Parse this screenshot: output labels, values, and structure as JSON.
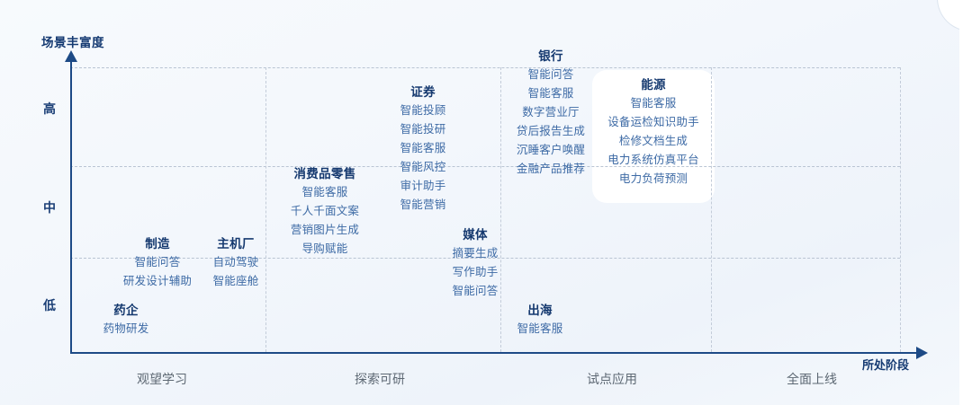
{
  "chart_data": {
    "type": "scatter",
    "title": "",
    "xlabel": "所处阶段",
    "ylabel": "场景丰富度",
    "x_ticks": [
      "观望学习",
      "探索可研",
      "试点应用",
      "全面上线"
    ],
    "y_ticks": [
      "高",
      "中",
      "低"
    ],
    "grid": true,
    "legend": "none",
    "groups": [
      {
        "name": "制造",
        "x_band": "观望学习",
        "y_band": "低",
        "items": [
          "智能问答",
          "研发设计辅助"
        ]
      },
      {
        "name": "主机厂",
        "x_band": "观望学习",
        "y_band": "低",
        "items": [
          "自动驾驶",
          "智能座舱"
        ]
      },
      {
        "name": "药企",
        "x_band": "观望学习",
        "y_band": "低",
        "items": [
          "药物研发"
        ]
      },
      {
        "name": "消费品零售",
        "x_band": "探索可研",
        "y_band": "中",
        "items": [
          "智能客服",
          "千人千面文案",
          "营销图片生成",
          "导购赋能"
        ]
      },
      {
        "name": "证券",
        "x_band": "探索可研",
        "y_band": "高",
        "items": [
          "智能投顾",
          "智能投研",
          "智能客服",
          "智能风控",
          "审计助手",
          "智能营销"
        ]
      },
      {
        "name": "媒体",
        "x_band": "探索可研",
        "y_band": "中",
        "items": [
          "摘要生成",
          "写作助手",
          "智能问答"
        ]
      },
      {
        "name": "银行",
        "x_band": "试点应用",
        "y_band": "高",
        "items": [
          "智能问答",
          "智能客服",
          "数字营业厅",
          "贷后报告生成",
          "沉睡客户唤醒",
          "金融产品推荐"
        ]
      },
      {
        "name": "能源",
        "x_band": "试点应用",
        "y_band": "高",
        "items": [
          "智能客服",
          "设备运检知识助手",
          "检修文档生成",
          "电力系统仿真平台",
          "电力负荷预测"
        ]
      },
      {
        "name": "出海",
        "x_band": "试点应用",
        "y_band": "低",
        "items": [
          "智能客服"
        ]
      }
    ]
  },
  "axes": {
    "y_title": "场景丰富度",
    "x_title": "所处阶段",
    "y_ticks": [
      {
        "label": "高"
      },
      {
        "label": "中"
      },
      {
        "label": "低"
      }
    ],
    "x_ticks": [
      {
        "label": "观望学习"
      },
      {
        "label": "探索可研"
      },
      {
        "label": "试点应用"
      },
      {
        "label": "全面上线"
      }
    ]
  },
  "colors": {
    "axis": "#1d4a86",
    "group_title": "#15396f",
    "group_item": "#3d6aa5",
    "grid": "#b9c4d3",
    "background": "#f3f7fc"
  }
}
